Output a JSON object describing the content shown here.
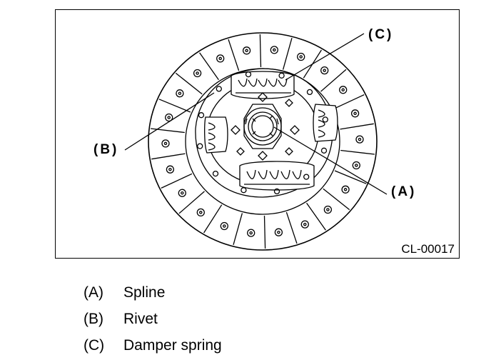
{
  "figure": {
    "code": "CL-00017",
    "callouts": {
      "a": "(A)",
      "b": "(B)",
      "c": "(C)"
    }
  },
  "legend": {
    "items": [
      {
        "key": "(A)",
        "label": "Spline"
      },
      {
        "key": "(B)",
        "label": "Rivet"
      },
      {
        "key": "(C)",
        "label": "Damper spring"
      }
    ]
  }
}
